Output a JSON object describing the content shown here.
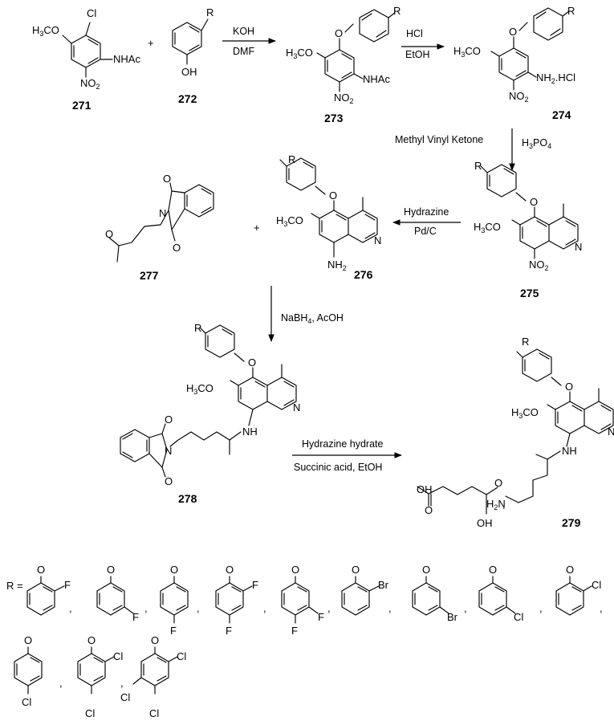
{
  "compounds": {
    "c271": "271",
    "c272": "272",
    "c273": "273",
    "c274": "274",
    "c275": "275",
    "c276": "276",
    "c277": "277",
    "c278": "278",
    "c279": "279"
  },
  "atoms": {
    "h3c": "H",
    "h3c_3": "3",
    "h3c_c": "C",
    "methoxy_o": "O",
    "cl": "Cl",
    "br": "Br",
    "f": "F",
    "nhac": "NHAc",
    "no2_n": "NO",
    "no2_2": "2",
    "oh": "OH",
    "o": "O",
    "r": "R",
    "nh2hcl_n": "NH",
    "nh2hcl_2": "2",
    "nh2hcl_rest": ".HCl",
    "n": "N",
    "nh2_n": "NH",
    "nh2_2": "2",
    "nh": "NH",
    "h2n_h": "H",
    "h2n_2": "2",
    "h2n_n": "N",
    "plus": "+",
    "dot": ".",
    "comma": ",",
    "r_equals": "R ="
  },
  "conditions": {
    "step1_top": "KOH",
    "step1_bottom": "DMF",
    "step2_top": "HCl",
    "step2_bottom": "EtOH",
    "step3_left": "Methyl Vinyl Ketone",
    "step3_right_h": "H",
    "step3_right_3": "3",
    "step3_right_rest": "PO",
    "step3_right_4": "4",
    "step4_top": "Hydrazine",
    "step4_bottom": "Pd/C",
    "step5_a": "NaBH",
    "step5_4": "4",
    "step5_b": ", AcOH",
    "step6_top": "Hydrazine hydrate",
    "step6_bottom": "Succinic acid, EtOH"
  }
}
